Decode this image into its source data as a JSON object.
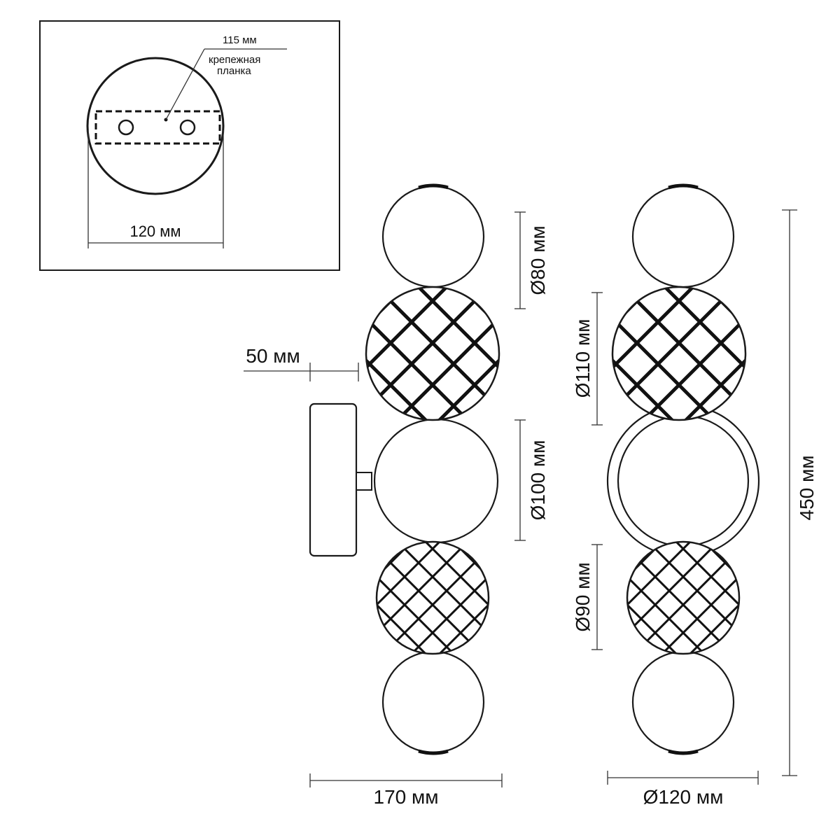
{
  "inset": {
    "plate_length_label": "115 мм",
    "mounting_bar_label_line1": "крепежная",
    "mounting_bar_label_line2": "планка",
    "base_diameter_label": "120 мм"
  },
  "side_view": {
    "projection_label": "50 мм",
    "width_label": "170 мм"
  },
  "front_view": {
    "width_label": "Ø120 мм",
    "height_label": "450 мм"
  },
  "spheres": {
    "top_label": "Ø80 мм",
    "large_hatched_label": "Ø110 мм",
    "middle_label": "Ø100 мм",
    "small_hatched_label": "Ø90 мм"
  }
}
